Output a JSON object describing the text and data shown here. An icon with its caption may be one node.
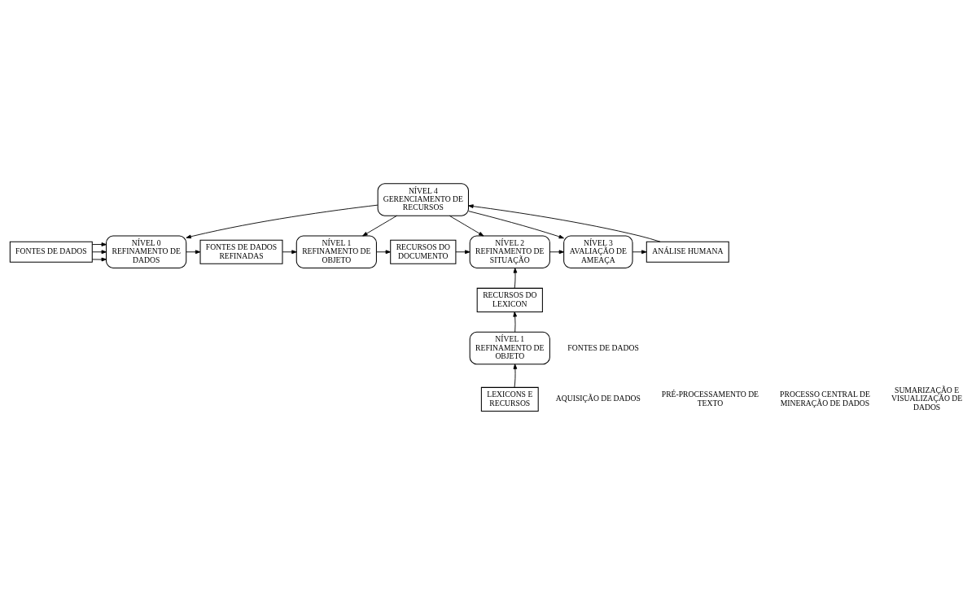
{
  "diagram": {
    "nodes": [
      {
        "text": [
          "NÍVEL 4 GERENCIAMENTO DE RECURSOS"
        ]
      },
      {
        "text": [
          "FONTES DE DADOS"
        ]
      },
      {
        "text": [
          "NÍVEL 0 REFINAMENTO DE DADOS"
        ]
      },
      {
        "text": [
          "FONTES DE DADOS REFINADAS"
        ]
      },
      {
        "text": [
          "NÍVEL 1 REFINAMENTO DE OBJETO"
        ]
      },
      {
        "text": [
          "RECURSOS DO DOCUMENTO"
        ]
      },
      {
        "text": [
          "NÍVEL 2 REFINAMENTO DE SITUAÇÃO"
        ]
      },
      {
        "text": [
          "NÍVEL 3 AVALIAÇÃO DE AMEAÇA"
        ]
      },
      {
        "text": [
          "ANÁLISE HUMANA"
        ]
      },
      {
        "text": [
          "RECURSOS DO LEXICON"
        ]
      },
      {
        "text": [
          "NÍVEL 1 REFINAMENTO DE OBJETO"
        ]
      },
      {
        "text": [
          "LEXICONS E RECURSOS"
        ]
      }
    ],
    "edges": [
      {
        "from": 1,
        "to": 2,
        "arrow": "to"
      },
      {
        "from": 1,
        "to": 2,
        "arrow": "to"
      },
      {
        "from": 1,
        "to": 2,
        "arrow": "to"
      },
      {
        "from": 0,
        "to": 2,
        "arrow": "to"
      },
      {
        "from": 2,
        "to": 3,
        "arrow": "to"
      },
      {
        "from": 3,
        "to": 4,
        "arrow": "to"
      },
      {
        "from": 0,
        "to": 4,
        "arrow": "to"
      },
      {
        "from": 4,
        "to": 5,
        "arrow": "to"
      },
      {
        "from": 5,
        "to": 6,
        "arrow": "to"
      },
      {
        "from": 0,
        "to": 6,
        "arrow": "to"
      },
      {
        "from": 6,
        "to": 7,
        "arrow": "to"
      },
      {
        "from": 0,
        "to": 7,
        "arrow": "to"
      },
      {
        "from": 7,
        "to": 8,
        "arrow": "to"
      },
      {
        "from": 8,
        "to": 0,
        "arrow": "to"
      },
      {
        "from": 9,
        "to": 6,
        "arrow": "to"
      },
      {
        "from": 10,
        "to": 9,
        "arrow": "to"
      },
      {
        "from": 11,
        "to": 10,
        "arrow": "to"
      }
    ],
    "labels": [
      "FONTES DE DADOS",
      "AQUISIÇÃO DE DADOS",
      "PRÉ-PROCESSAMENTO DE TEXTO",
      "PROCESSO CENTRAL DE MINERAÇÃO DE DADOS",
      "SUMARIZAÇÃO E VISUALIZAÇÃO DE DADOS"
    ]
  }
}
